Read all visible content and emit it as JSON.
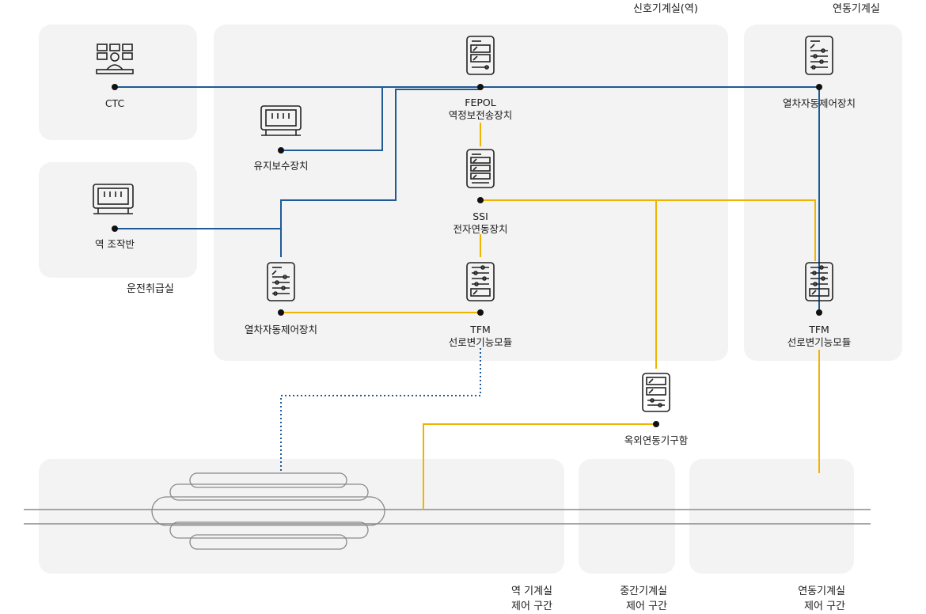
{
  "rooms": {
    "signal_room": "신호기계실(역)",
    "interlock_room": "연동기계실",
    "operation_room": "운전취급실"
  },
  "devices": {
    "ctc": "CTC",
    "fepol": [
      "FEPOL",
      "역정보전송장치"
    ],
    "train_control_right": "열차자동제어장치",
    "maintenance": "유지보수장치",
    "station_panel": "역 조작반",
    "ssi": [
      "SSI",
      "전자연동장치"
    ],
    "train_control_left": "열차자동제어장치",
    "tfm_center": [
      "TFM",
      "선로변기능모듈"
    ],
    "tfm_right": [
      "TFM",
      "선로변기능모듈"
    ],
    "outdoor_box": "옥외연동기구함"
  },
  "sections": {
    "station": [
      "역 기계실",
      "제어 구간"
    ],
    "middle": [
      "중간기계실",
      "제어 구간"
    ],
    "interlock": [
      "연동기계실",
      "제어 구간"
    ]
  },
  "colors": {
    "blue_line": "#1f5a96",
    "yellow_line": "#f0b400",
    "zone_bg": "#f3f3f3"
  },
  "icons": [
    "ctc-operator-icon",
    "server-rack-icon",
    "monitor-panel-icon",
    "control-unit-icon"
  ]
}
